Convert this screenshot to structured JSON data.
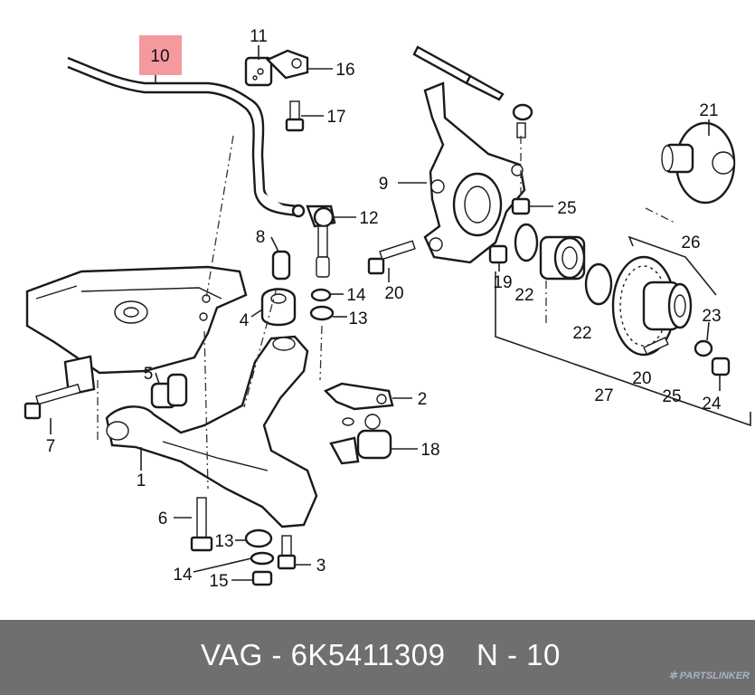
{
  "highlight": {
    "label": "10",
    "color": "#f4999e"
  },
  "callouts": [
    {
      "id": "1",
      "text": "1"
    },
    {
      "id": "2",
      "text": "2"
    },
    {
      "id": "3",
      "text": "3"
    },
    {
      "id": "4",
      "text": "4"
    },
    {
      "id": "5",
      "text": "5"
    },
    {
      "id": "6",
      "text": "6"
    },
    {
      "id": "7",
      "text": "7"
    },
    {
      "id": "8",
      "text": "8"
    },
    {
      "id": "9",
      "text": "9"
    },
    {
      "id": "11",
      "text": "11"
    },
    {
      "id": "12",
      "text": "12"
    },
    {
      "id": "13a",
      "text": "13"
    },
    {
      "id": "13b",
      "text": "13"
    },
    {
      "id": "14a",
      "text": "14"
    },
    {
      "id": "14b",
      "text": "14"
    },
    {
      "id": "15",
      "text": "15"
    },
    {
      "id": "16",
      "text": "16"
    },
    {
      "id": "17",
      "text": "17"
    },
    {
      "id": "18",
      "text": "18"
    },
    {
      "id": "19",
      "text": "19"
    },
    {
      "id": "20a",
      "text": "20"
    },
    {
      "id": "20b",
      "text": "20"
    },
    {
      "id": "21",
      "text": "21"
    },
    {
      "id": "22a",
      "text": "22"
    },
    {
      "id": "22b",
      "text": "22"
    },
    {
      "id": "23",
      "text": "23"
    },
    {
      "id": "24",
      "text": "24"
    },
    {
      "id": "25a",
      "text": "25"
    },
    {
      "id": "25b",
      "text": "25"
    },
    {
      "id": "26",
      "text": "26"
    },
    {
      "id": "27",
      "text": "27"
    }
  ],
  "footer": {
    "part_number": "VAG - 6K5411309",
    "position": "N - 10",
    "brand": "PARTSLINKER",
    "background": "#6f6f6f"
  }
}
